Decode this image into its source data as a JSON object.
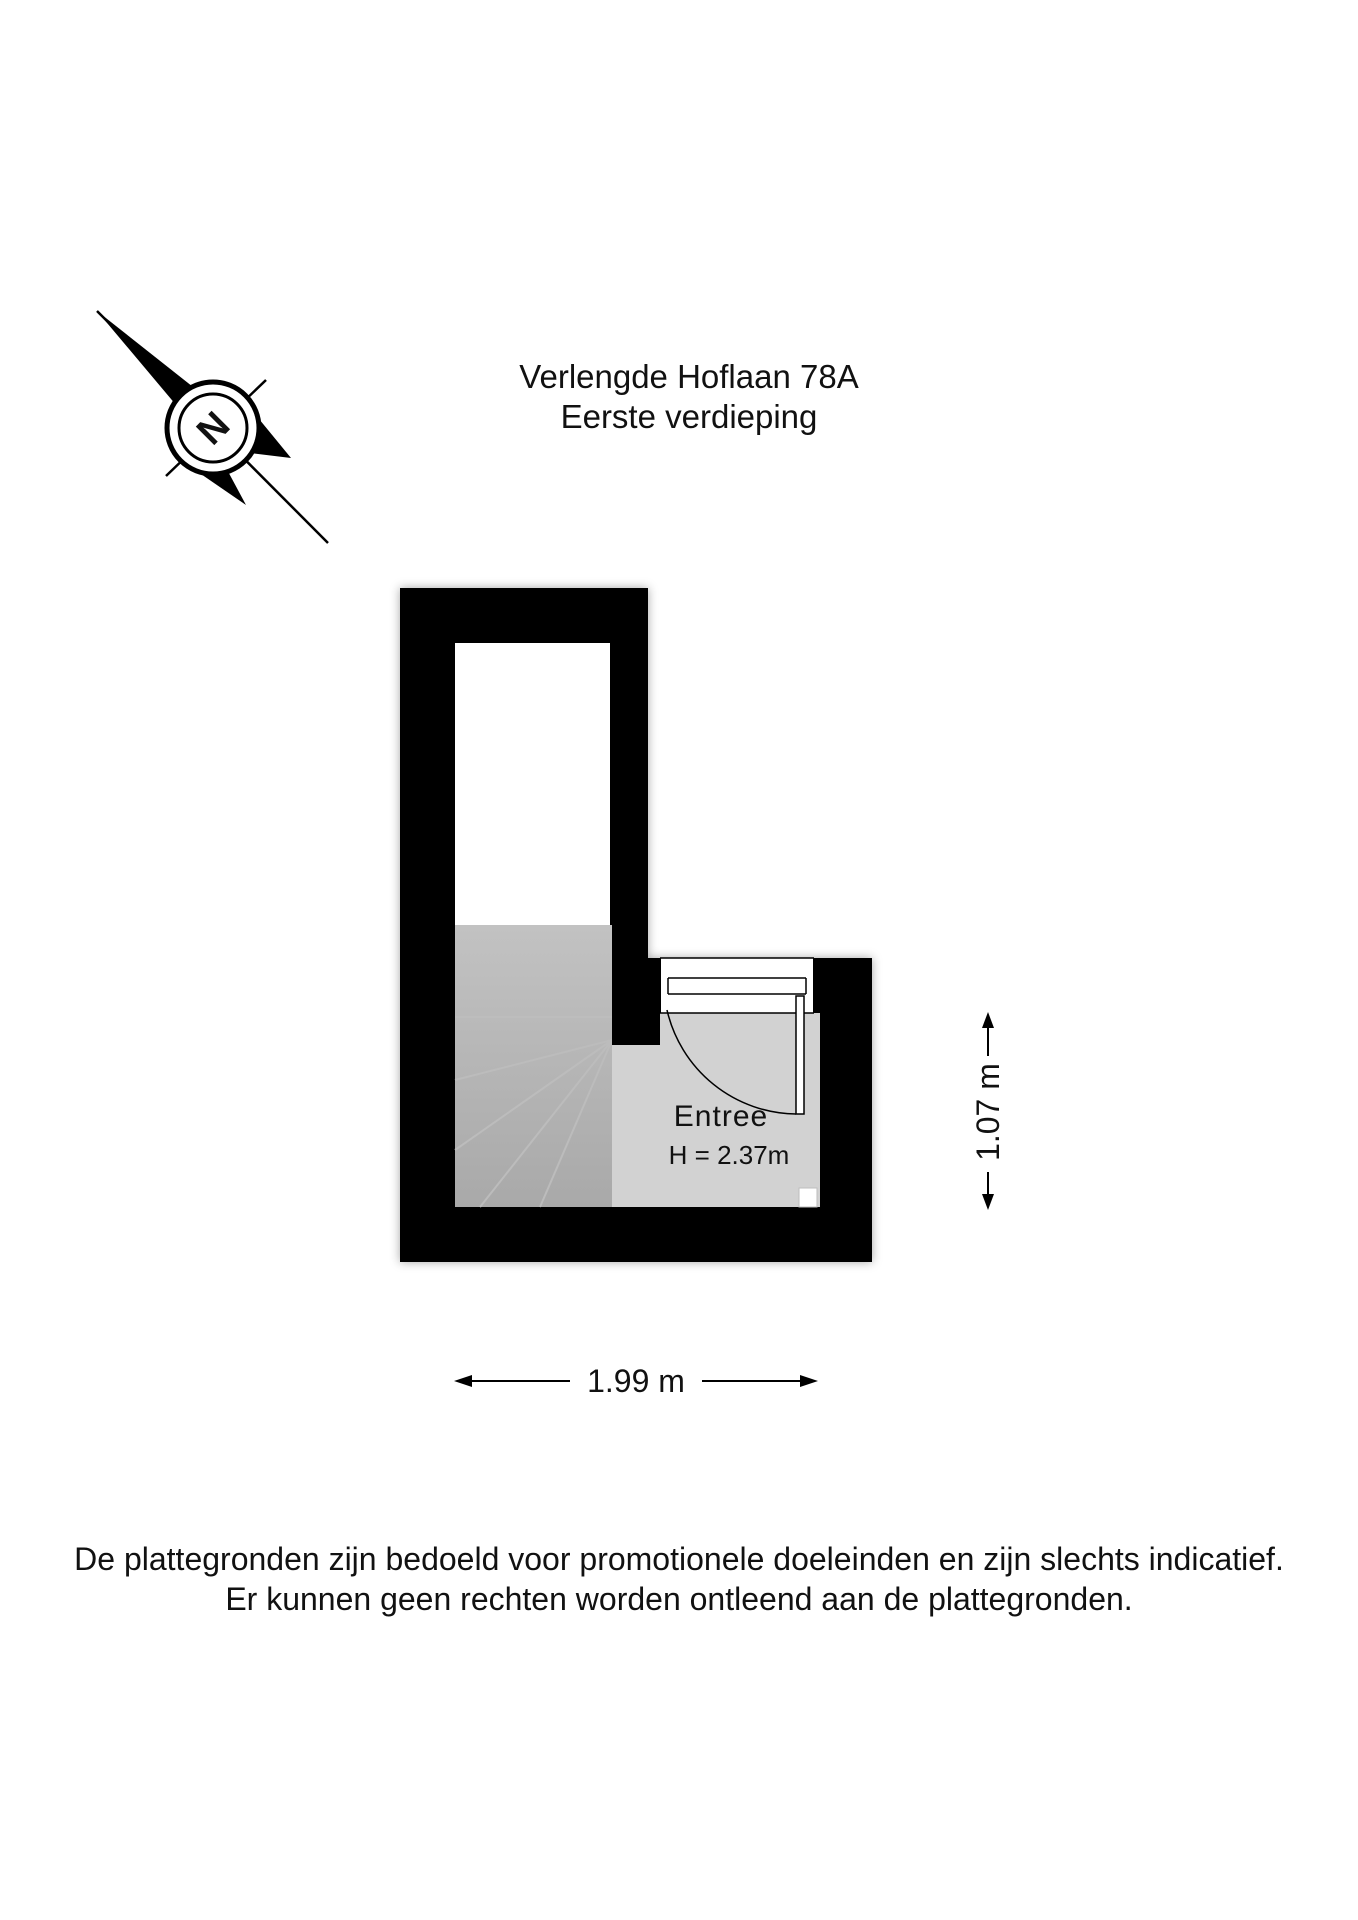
{
  "header": {
    "address": "Verlengde Hoflaan 78A",
    "floor": "Eerste verdieping"
  },
  "compass": {
    "north_label": "N",
    "icon": "compass-north-icon"
  },
  "rooms": [
    {
      "name": "Entree",
      "height": "H = 2.37m"
    }
  ],
  "dimensions": {
    "width": "1.99 m",
    "depth": "1.07 m"
  },
  "disclaimer": {
    "line1": "De plattegronden zijn bedoeld voor promotionele doeleinden en zijn slechts indicatief.",
    "line2": "Er kunnen geen rechten worden ontleend aan de plattegronden."
  },
  "colors": {
    "wall": "#000000",
    "stairs": "#b4b4b4",
    "room_floor": "#d2d2d2",
    "background": "#ffffff"
  }
}
